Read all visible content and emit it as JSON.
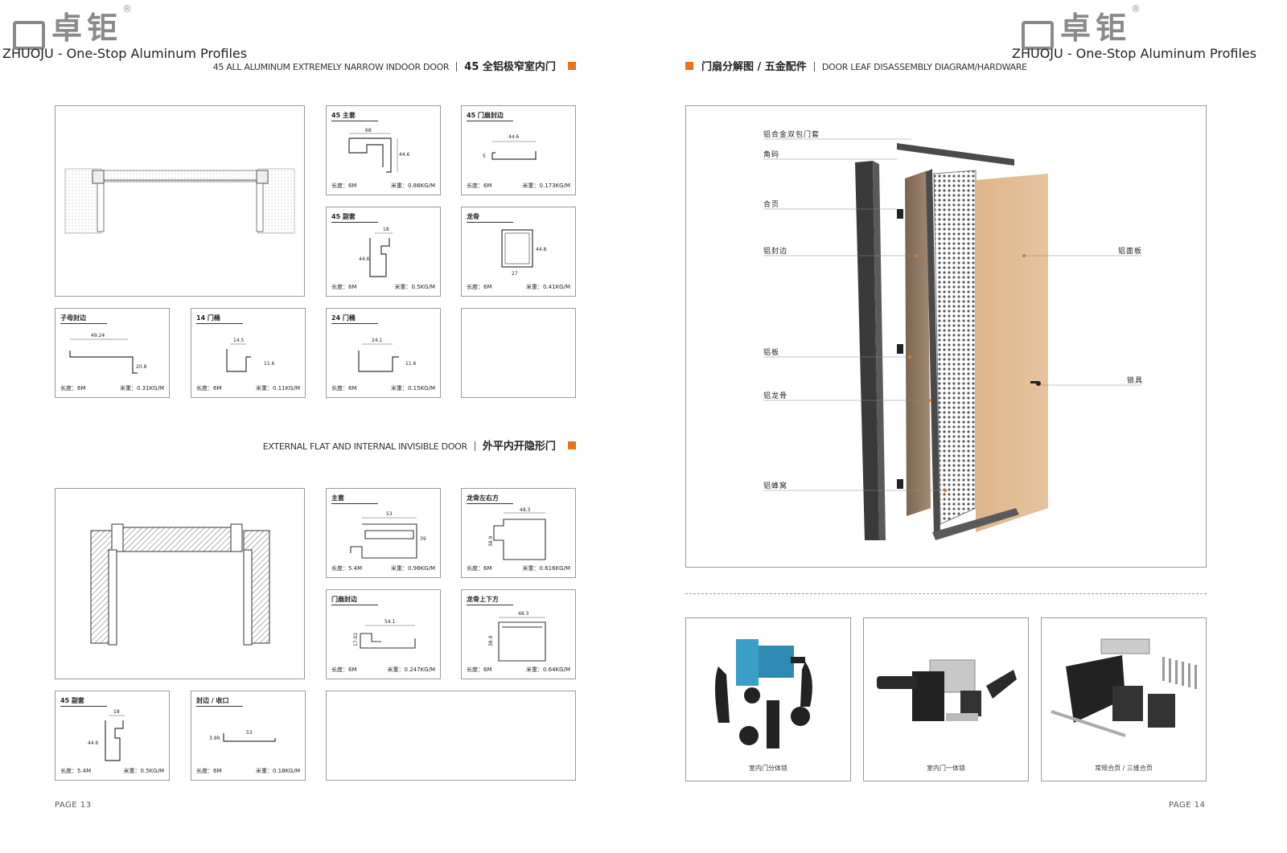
{
  "brand": {
    "cn": "卓钜",
    "reg": "®",
    "slogan": "ZHUOJU - One-Stop Aluminum Profiles"
  },
  "left_page": {
    "section1": {
      "en": "45 ALL ALUMINUM EXTREMELY NARROW INDOOR DOOR",
      "cn": "45 全铝极窄室内门"
    },
    "section2": {
      "en": "EXTERNAL FLAT AND INTERNAL INVISIBLE DOOR",
      "cn": "外平内开隐形门"
    },
    "page_number": "PAGE  13",
    "cards": [
      {
        "title": "45 主套",
        "len": "长度：6M",
        "wt": "米重：0.86KG/M",
        "dims": [
          "68",
          "44.6"
        ]
      },
      {
        "title": "45 门扇封边",
        "len": "长度：6M",
        "wt": "米重：0.173KG/M",
        "dims": [
          "44.6",
          "5"
        ]
      },
      {
        "title": "45 副套",
        "len": "长度：6M",
        "wt": "米重：0.5KG/M",
        "dims": [
          "18",
          "44.6"
        ]
      },
      {
        "title": "龙骨",
        "len": "长度：6M",
        "wt": "米重：0.41KG/M",
        "dims": [
          "44.8",
          "27"
        ]
      },
      {
        "title": "子母封边",
        "len": "长度：6M",
        "wt": "米重：0.31KG/M",
        "dims": [
          "49.24",
          "20.8"
        ]
      },
      {
        "title": "14 门桶",
        "len": "长度：6M",
        "wt": "米重：0.11KG/M",
        "dims": [
          "14.5",
          "11.6"
        ]
      },
      {
        "title": "24 门桶",
        "len": "长度：6M",
        "wt": "米重：0.15KG/M",
        "dims": [
          "24.1",
          "11.6"
        ]
      },
      {
        "title": "主套",
        "len": "长度：5.4M",
        "wt": "米重：0.98KG/M",
        "dims": [
          "53",
          "39"
        ]
      },
      {
        "title": "龙骨左右方",
        "len": "长度：6M",
        "wt": "米重：0.616KG/M",
        "dims": [
          "48.3",
          "38.9"
        ]
      },
      {
        "title": "门扇封边",
        "len": "长度：6M",
        "wt": "米重：0.247KG/M",
        "dims": [
          "54.1",
          "17.02"
        ]
      },
      {
        "title": "龙骨上下方",
        "len": "长度：6M",
        "wt": "米重：0.64KG/M",
        "dims": [
          "48.3",
          "38.9"
        ]
      },
      {
        "title": "45 副套",
        "len": "长度：5.4M",
        "wt": "米重：0.5KG/M",
        "dims": [
          "18",
          "44.6"
        ]
      },
      {
        "title": "封边 / 收口",
        "len": "长度：6M",
        "wt": "米重：0.18KG/M",
        "dims": [
          "3.99",
          "53"
        ]
      }
    ]
  },
  "right_page": {
    "header": {
      "cn": "门扇分解图 / 五金配件",
      "en": "DOOR LEAF DISASSEMBLY DIAGRAM/HARDWARE"
    },
    "labels_left": [
      "铝合金双包门套",
      "角码",
      "合页",
      "铝封边",
      "铝板",
      "铝龙骨",
      "铝蜂窝"
    ],
    "labels_right": [
      "铝面板",
      "锁具"
    ],
    "hardware": [
      "室内门分体锁",
      "室内门一体锁",
      "常规合页 / 三维合页"
    ],
    "page_number": "PAGE  14"
  },
  "colors": {
    "accent": "#e8731a",
    "border": "#9a9a9a",
    "wood": "#d9b48c",
    "frame": "#3a3a3a"
  }
}
